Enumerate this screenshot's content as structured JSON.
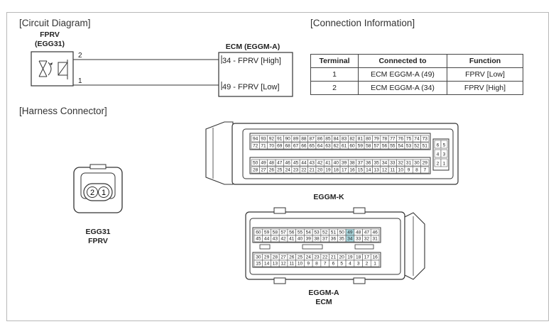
{
  "headers": {
    "circuit": "[Circuit Diagram]",
    "connection": "[Connection Information]",
    "harness": "[Harness Connector]"
  },
  "fprv_component": {
    "name": "FPRV",
    "code": "(EGG31)",
    "pin_top": "2",
    "pin_bottom": "1"
  },
  "ecm_component": {
    "name": "ECM (EGGM-A)",
    "pins": [
      "34 - FPRV [High]",
      "49 - FPRV [Low]"
    ]
  },
  "connection_table": {
    "columns": [
      "Terminal",
      "Connected to",
      "Function"
    ],
    "rows": [
      [
        "1",
        "ECM EGGM-A (49)",
        "FPRV [Low]"
      ],
      [
        "2",
        "ECM EGGM-A (34)",
        "FPRV [High]"
      ]
    ]
  },
  "egg31_connector": {
    "label_code": "EGG31",
    "label_name": "FPRV",
    "pins": [
      "2",
      "1"
    ]
  },
  "eggm_k": {
    "label": "EGGM-K",
    "rows": [
      [
        "94",
        "93",
        "92",
        "91",
        "90",
        "89",
        "88",
        "87",
        "86",
        "85",
        "84",
        "83",
        "82",
        "81",
        "80",
        "79",
        "78",
        "77",
        "76",
        "75",
        "74",
        "73"
      ],
      [
        "72",
        "71",
        "70",
        "69",
        "68",
        "67",
        "66",
        "65",
        "64",
        "63",
        "62",
        "61",
        "60",
        "59",
        "58",
        "57",
        "56",
        "55",
        "54",
        "53",
        "52",
        "51"
      ],
      [
        "50",
        "49",
        "48",
        "47",
        "46",
        "45",
        "44",
        "43",
        "42",
        "41",
        "40",
        "39",
        "38",
        "37",
        "36",
        "35",
        "34",
        "33",
        "32",
        "31",
        "30",
        "29"
      ],
      [
        "28",
        "27",
        "26",
        "25",
        "24",
        "23",
        "22",
        "21",
        "20",
        "19",
        "18",
        "17",
        "16",
        "15",
        "14",
        "13",
        "12",
        "11",
        "10",
        "9",
        "8",
        "7"
      ]
    ],
    "side_rows": [
      [
        "6",
        "5"
      ],
      [
        "4",
        "3"
      ],
      [
        "2",
        "1"
      ]
    ]
  },
  "eggm_a": {
    "label_code": "EGGM-A",
    "label_name": "ECM",
    "rows": [
      [
        "60",
        "59",
        "58",
        "57",
        "56",
        "55",
        "54",
        "53",
        "52",
        "51",
        "50",
        "49",
        "48",
        "47",
        "46"
      ],
      [
        "45",
        "44",
        "43",
        "42",
        "41",
        "40",
        "39",
        "38",
        "37",
        "36",
        "35",
        "34",
        "33",
        "32",
        "31"
      ],
      [
        "30",
        "29",
        "28",
        "27",
        "26",
        "25",
        "24",
        "23",
        "22",
        "21",
        "20",
        "19",
        "18",
        "17",
        "16"
      ],
      [
        "15",
        "14",
        "13",
        "12",
        "11",
        "10",
        "9",
        "8",
        "7",
        "6",
        "5",
        "4",
        "3",
        "2",
        "1"
      ]
    ],
    "highlight_pins": [
      "49",
      "34"
    ],
    "highlight_color": "#a9d7de"
  }
}
